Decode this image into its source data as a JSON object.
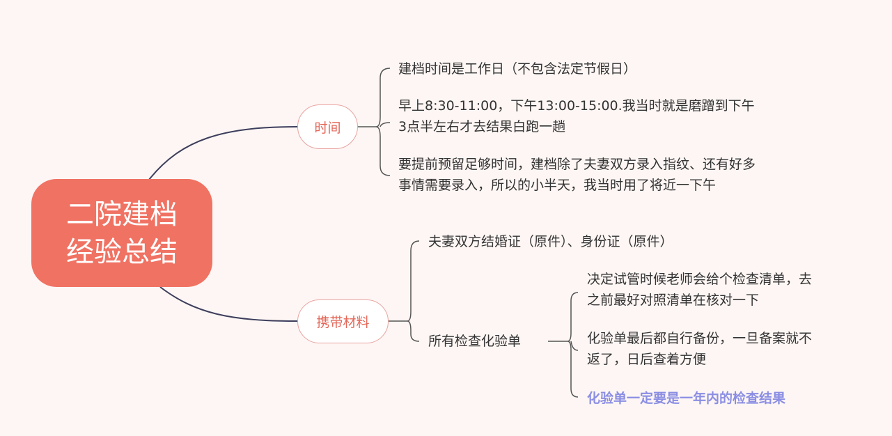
{
  "root": {
    "line1": "二院建档",
    "line2": "经验总结"
  },
  "branches": [
    {
      "label": "时间",
      "items": [
        {
          "lines": [
            "建档时间是工作日（不包含法定节假日）"
          ]
        },
        {
          "lines": [
            "早上8:30-11:00，下午13:00-15:00.我当时就是磨蹭到下午",
            "3点半左右才去结果白跑一趟"
          ]
        },
        {
          "lines": [
            "要提前预留足够时间，建档除了夫妻双方录入指纹、还有好多",
            "事情需要录入，所以的小半天，我当时用了将近一下午"
          ]
        }
      ]
    },
    {
      "label": "携带材料",
      "items": [
        {
          "lines": [
            "夫妻双方结婚证（原件）、身份证（原件）"
          ]
        },
        {
          "lines": [
            "所有检查化验单"
          ],
          "children": [
            {
              "lines": [
                "决定试管时候老师会给个检查清单，去",
                "之前最好对照清单在核对一下"
              ]
            },
            {
              "lines": [
                "化验单最后都自行备份，一旦备案就不",
                "返了，日后查着方便"
              ]
            },
            {
              "lines": [
                "化验单一定要是一年内的检查结果"
              ],
              "highlight": true
            }
          ]
        }
      ]
    }
  ],
  "colors": {
    "root": "#f07263",
    "topic_text": "#e4685a",
    "line": "#3d3d5c",
    "highlight": "#8b8ee3",
    "background": "#fdf6f4"
  }
}
